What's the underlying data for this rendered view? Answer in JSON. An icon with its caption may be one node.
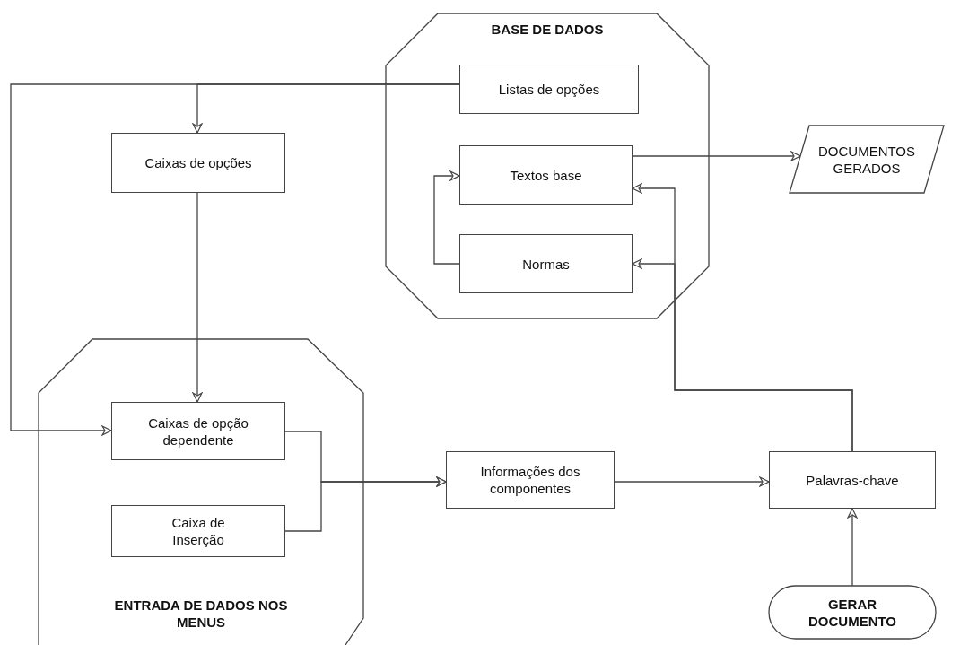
{
  "diagram": {
    "nodes": [
      {
        "text": [
          "BASE DE DADOS"
        ]
      },
      {
        "text": [
          "Listas de opções"
        ],
        "in": 0
      },
      {
        "text": [
          "Textos base"
        ],
        "in": 0
      },
      {
        "text": [
          "Normas"
        ],
        "in": 0
      },
      {
        "text": [
          "Caixas de opções"
        ]
      },
      {
        "text": [
          "DOCUMENTOS GERADOS"
        ]
      },
      {
        "text": [
          "ENTRADA DE DADOS NOS MENUS"
        ]
      },
      {
        "text": [
          "Caixas de opção dependente"
        ],
        "in": 6
      },
      {
        "text": [
          "Caixa de Inserção"
        ],
        "in": 6
      },
      {
        "text": [
          "Informações dos componentes"
        ]
      },
      {
        "text": [
          "Palavras-chave"
        ]
      },
      {
        "text": [
          "GERAR DOCUMENTO"
        ]
      }
    ],
    "edges": [
      {
        "from": 1,
        "to": 4,
        "arrow": "to"
      },
      {
        "from": 1,
        "to": 7,
        "arrow": "to"
      },
      {
        "from": 4,
        "to": 7,
        "arrow": "to"
      },
      {
        "from": 3,
        "to": 2,
        "arrow": "to"
      },
      {
        "from": 2,
        "to": 5,
        "arrow": "to"
      },
      {
        "from": 10,
        "to": 2,
        "arrow": "to"
      },
      {
        "from": 10,
        "to": 3,
        "arrow": "to"
      },
      {
        "from": 7,
        "to": 9,
        "arrow": "to"
      },
      {
        "from": 8,
        "to": 9,
        "arrow": "to"
      },
      {
        "from": 9,
        "to": 10,
        "arrow": "to"
      },
      {
        "from": 11,
        "to": 10,
        "arrow": "to"
      }
    ]
  }
}
